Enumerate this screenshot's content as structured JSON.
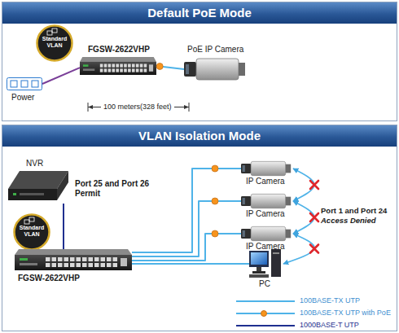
{
  "diagram": {
    "nodes": [
      {
        "text": [
          "Default PoE Mode"
        ]
      },
      {
        "text": [
          "Standard VLAN"
        ],
        "in": 0
      },
      {
        "text": [
          "FGSW-2622VHP"
        ],
        "in": 0
      },
      {
        "text": [
          "Power"
        ],
        "in": 0
      },
      {
        "text": [
          "PoE IP Camera"
        ],
        "in": 0
      },
      {
        "text": [
          "VLAN Isolation Mode"
        ]
      },
      {
        "text": [
          "NVR"
        ],
        "in": 5
      },
      {
        "text": [
          "Standard VLAN"
        ],
        "in": 5
      },
      {
        "text": [
          "FGSW-2622VHP"
        ],
        "in": 5
      },
      {
        "text": [
          "IP Camera"
        ],
        "in": 5
      },
      {
        "text": [
          "IP Camera"
        ],
        "in": 5
      },
      {
        "text": [
          "IP Camera"
        ],
        "in": 5
      },
      {
        "text": [
          "PC"
        ],
        "in": 5
      }
    ],
    "edges": [
      {
        "from": 3,
        "to": 2,
        "arrow": "none"
      },
      {
        "from": 2,
        "to": 4,
        "arrow": "none"
      },
      {
        "from": 6,
        "to": 8,
        "label": "Port 25 and Port 26 Permit",
        "arrow": "none"
      },
      {
        "from": 8,
        "to": 9,
        "arrow": "none"
      },
      {
        "from": 8,
        "to": 10,
        "arrow": "none"
      },
      {
        "from": 8,
        "to": 11,
        "arrow": "none"
      },
      {
        "from": 8,
        "to": 12,
        "arrow": "none"
      },
      {
        "from": 9,
        "to": 10,
        "arrow": "both"
      },
      {
        "from": 10,
        "to": 11,
        "arrow": "both"
      },
      {
        "from": 11,
        "to": 12,
        "arrow": "both"
      }
    ],
    "labels": [
      "100 meters(328 feet)",
      "Port 1 and Port 24",
      "Access Denied"
    ],
    "legend": [
      {
        "text": "100BASE-TX UTP",
        "color": "#4fb3e8"
      },
      {
        "text": "100BASE-TX UTP with PoE"
      },
      {
        "text": "1000BASE-T UTP",
        "color": "#1f2f8f"
      }
    ]
  }
}
